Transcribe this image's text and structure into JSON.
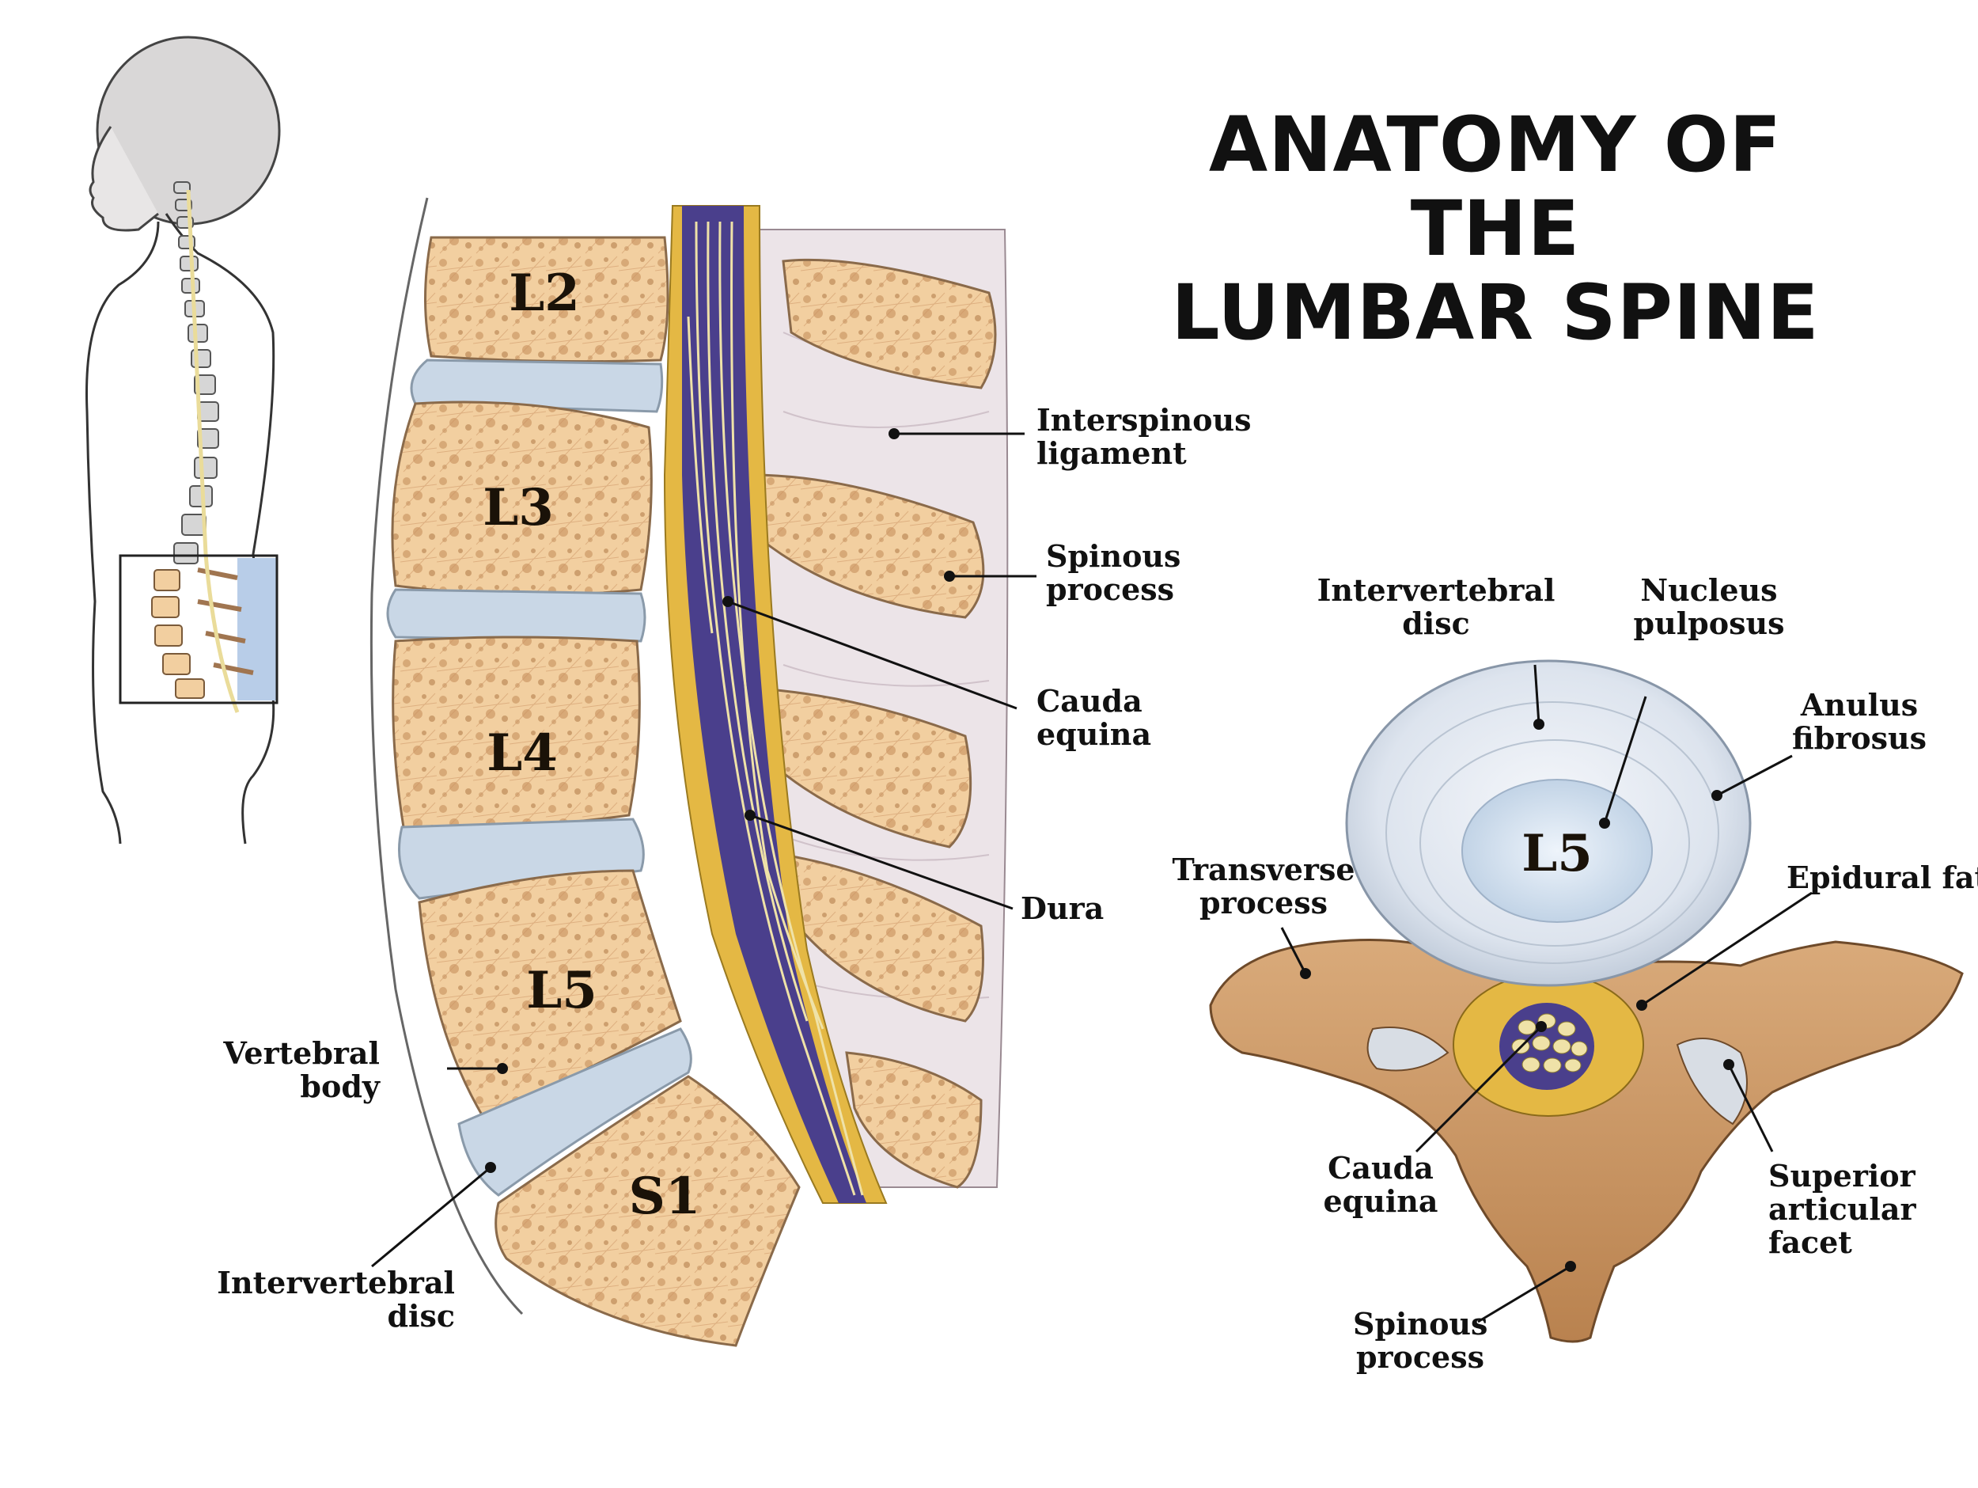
{
  "title": {
    "line1": "ANATOMY OF THE",
    "line2": "LUMBAR SPINE"
  },
  "sagittal": {
    "vertebrae": [
      "L2",
      "L3",
      "L4",
      "L5",
      "S1"
    ],
    "labels": {
      "interspinous_ligament": [
        "Interspinous",
        "ligament"
      ],
      "spinous_process": [
        "Spinous",
        "process"
      ],
      "cauda_equina": [
        "Cauda",
        "equina"
      ],
      "dura": [
        "Dura"
      ],
      "vertebral_body": [
        "Vertebral",
        "body"
      ],
      "intervertebral_disc": [
        "Intervertebral",
        "disc"
      ]
    }
  },
  "axial": {
    "vertebra": "L5",
    "labels": {
      "intervertebral_disc": [
        "Intervertebral",
        "disc"
      ],
      "nucleus_pulposus": [
        "Nucleus",
        "pulposus"
      ],
      "anulus_fibrosus": [
        "Anulus",
        "fibrosus"
      ],
      "transverse_process": [
        "Transverse",
        "process"
      ],
      "epidural_fat": [
        "Epidural fat"
      ],
      "cauda_equina": [
        "Cauda",
        "equina"
      ],
      "superior_articular_facet": [
        "Superior",
        "articular",
        "facet"
      ],
      "spinous_process": [
        "Spinous",
        "process"
      ]
    }
  },
  "colors": {
    "bone": "#f2cfa0",
    "bone_speckle": "#b87a45",
    "disc": "#c9d7e6",
    "dura": "#4a3f8c",
    "epidural_fat": "#e4b844",
    "ligament": "#ece4e8",
    "posterior_bone": "#c99a6a",
    "highlight_box": "#b8cde8"
  }
}
